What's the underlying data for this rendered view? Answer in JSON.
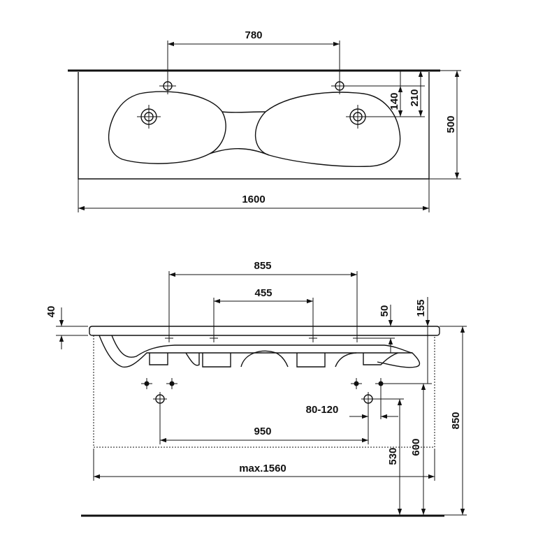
{
  "top_view": {
    "dim_holes_spacing": "780",
    "dim_140": "140",
    "dim_210": "210",
    "dim_depth": "500",
    "dim_width": "1600"
  },
  "front_view": {
    "dim_855": "855",
    "dim_455": "455",
    "dim_40": "40",
    "dim_50": "50",
    "dim_155": "155",
    "dim_80_120": "80-120",
    "dim_950": "950",
    "dim_max": "max.1560",
    "dim_530": "530",
    "dim_600": "600",
    "dim_850": "850"
  }
}
